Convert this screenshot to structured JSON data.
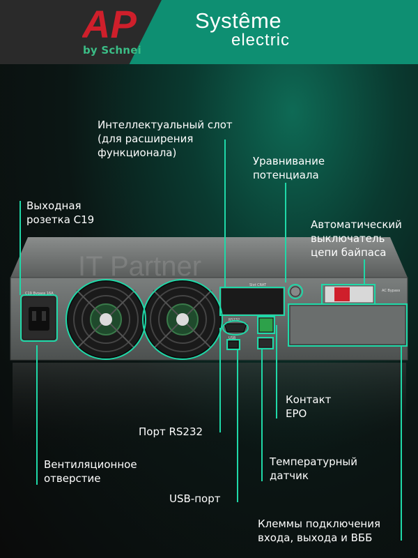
{
  "header": {
    "brand_mark": "AP",
    "brand_sub": "by Schnei",
    "brand_right_line1": "Systême",
    "brand_right_line2": "electric"
  },
  "watermark": "IT Partner",
  "device": {
    "outlet_label": "C19 Bypass 16A",
    "slot_label": "Slot CRAT",
    "rs232_label": "RS232",
    "usb_label": "USB",
    "bypass_label": "AC Bypass"
  },
  "labels": {
    "smart_slot": "Интеллектуальный слот\n(для расширения\nфункционала)",
    "equipotential": "Уравнивание\nпотенциала",
    "outlet": "Выходная\nрозетка C19",
    "bypass_breaker": "Автоматический\nвыключатель\nцепи байпаса",
    "epo": "Контакт\nEPO",
    "rs232": "Порт RS232",
    "vent": "Вентиляционное\nотверстие",
    "temp_sensor": "Температурный\nдатчик",
    "usb": "USB-порт",
    "terminals": "Клеммы подключения\nвхода, выхода и ВББ"
  },
  "colors": {
    "accent": "#1fd9a8",
    "header_bg": "#0e8f72",
    "apc_red": "#cf1f2b"
  }
}
